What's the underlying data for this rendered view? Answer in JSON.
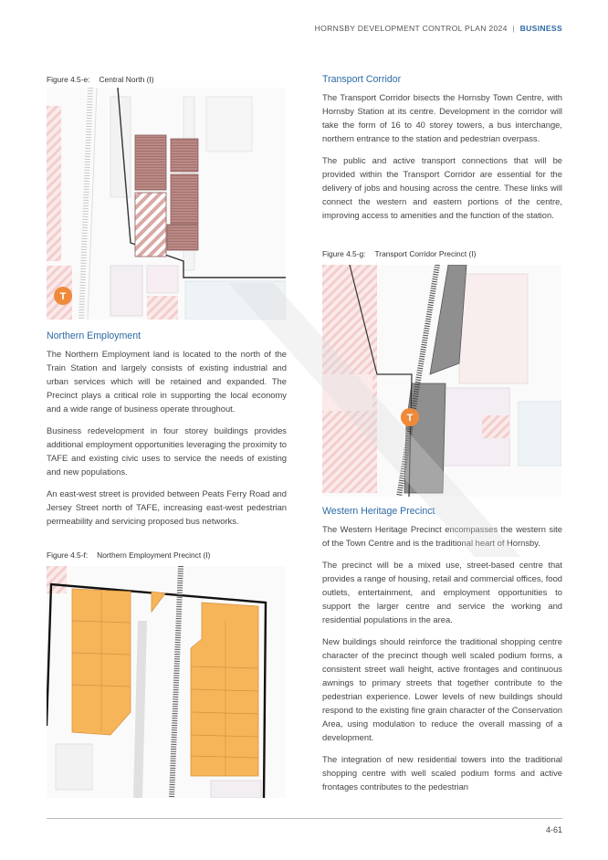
{
  "header": {
    "doc": "HORNSBY DEVELOPMENT CONTROL PLAN 2024",
    "separator": "|",
    "section": "BUSINESS"
  },
  "figures": {
    "central_north": {
      "label": "Figure 4.5-e:",
      "title": "Central North (I)"
    },
    "northern_employment": {
      "label": "Figure 4.5-f:",
      "title": "Northern Employment Precinct (I)"
    },
    "transport_corridor": {
      "label": "Figure 4.5-g:",
      "title": "Transport Corridor Precinct (I)"
    }
  },
  "sections": {
    "northern_employment": {
      "heading": "Northern Employment",
      "paragraphs": [
        "The Northern Employment land is located to the north of the Train Station and largely consists of existing industrial and urban services which will be retained and expanded. The Precinct plays a critical role in supporting the local economy and a wide range of business operate throughout.",
        "Business redevelopment in four storey buildings provides additional employment opportunities leveraging the proximity to TAFE and existing civic uses to service the needs of existing and new populations.",
        "An east-west street is provided between Peats Ferry Road and Jersey Street north of TAFE, increasing east-west pedestrian permeability and servicing proposed bus networks."
      ]
    },
    "transport_corridor": {
      "heading": "Transport Corridor",
      "paragraphs": [
        "The Transport Corridor bisects the Hornsby Town Centre, with Hornsby Station at its centre. Development in the corridor will take the form of 16 to 40 storey towers, a bus interchange, northern entrance to the station and pedestrian overpass.",
        "The public and active transport connections that will be provided within the Transport Corridor are essential for the delivery of jobs and housing across the centre. These links will connect the western and eastern portions of the centre, improving access to amenities and the function of the station."
      ]
    },
    "western_heritage": {
      "heading": "Western Heritage Precinct",
      "paragraphs": [
        "The Western Heritage Precinct encompasses the western site of the Town Centre and is the traditional heart of Hornsby.",
        "The precinct will be a mixed use, street-based centre that provides a range of housing, retail and commercial offices, food outlets, entertainment, and employment opportunities to support the larger centre and service the working and residential populations in the area.",
        "New buildings should reinforce the traditional shopping centre character of the precinct though well scaled podium forms, a consistent street wall height, active frontages and continuous awnings to primary streets that together contribute to the pedestrian experience. Lower levels of new buildings should respond to the existing fine grain character of the Conservation Area, using modulation to reduce the overall massing of a development.",
        "The integration of new residential towers into the traditional shopping centre with well scaled podium forms and active frontages contributes to the pedestrian"
      ]
    }
  },
  "map_icons": {
    "station_marker": "T"
  },
  "colors": {
    "accent_blue": "#2c6aa3",
    "central_north_fill": "#b98a86",
    "employment_fill": "#f7b55a",
    "corridor_fill": "#8f8f8f",
    "station_orange": "#ee8a3a"
  },
  "footer": {
    "page_number": "4-61"
  }
}
